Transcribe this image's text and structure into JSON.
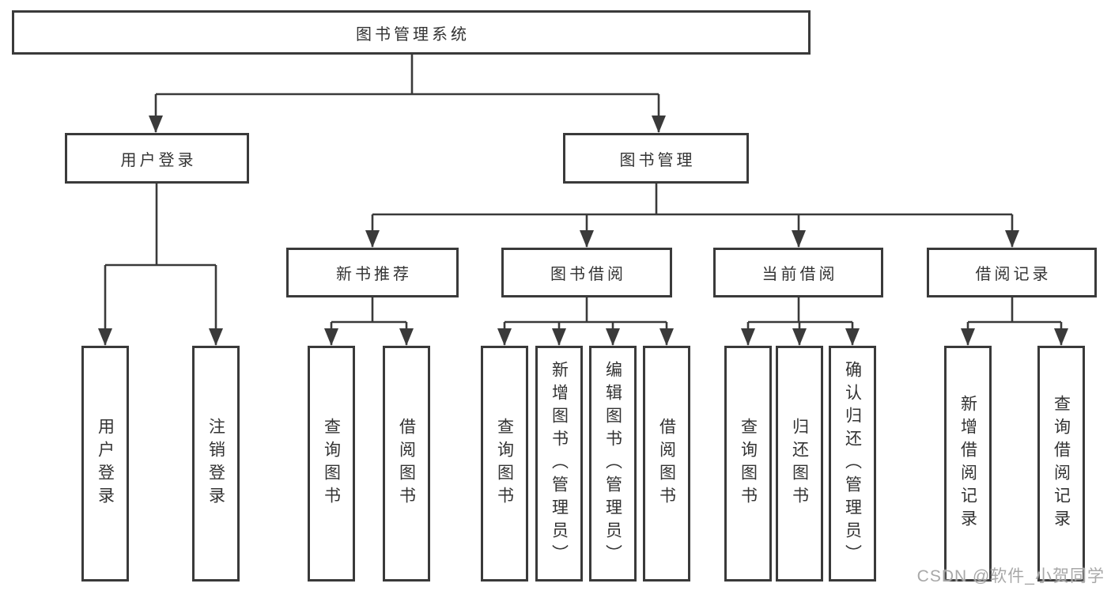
{
  "diagram": {
    "colors": {
      "line": "#3a3a3a",
      "text": "#333333",
      "background": "#ffffff",
      "watermark": "#a8a8a8"
    },
    "root": {
      "label": "图书管理系统"
    },
    "level2": [
      {
        "label": "用户登录"
      },
      {
        "label": "图书管理"
      }
    ],
    "level3": [
      {
        "label": "新书推荐",
        "parent": "图书管理"
      },
      {
        "label": "图书借阅",
        "parent": "图书管理"
      },
      {
        "label": "当前借阅",
        "parent": "图书管理"
      },
      {
        "label": "借阅记录",
        "parent": "图书管理"
      }
    ],
    "leaves": [
      {
        "label": "用户登录",
        "parent": "用户登录"
      },
      {
        "label": "注销登录",
        "parent": "用户登录"
      },
      {
        "label": "查询图书",
        "parent": "新书推荐"
      },
      {
        "label": "借阅图书",
        "parent": "新书推荐"
      },
      {
        "label": "查询图书",
        "parent": "图书借阅"
      },
      {
        "label": "新增图书（管理员）",
        "parent": "图书借阅"
      },
      {
        "label": "编辑图书（管理员）",
        "parent": "图书借阅"
      },
      {
        "label": "借阅图书",
        "parent": "图书借阅"
      },
      {
        "label": "查询图书",
        "parent": "当前借阅"
      },
      {
        "label": "归还图书",
        "parent": "当前借阅"
      },
      {
        "label": "确认归还（管理员）",
        "parent": "当前借阅"
      },
      {
        "label": "新增借阅记录",
        "parent": "借阅记录"
      },
      {
        "label": "查询借阅记录",
        "parent": "借阅记录"
      }
    ]
  },
  "watermark": {
    "text": "CSDN @软件_小贺同学"
  }
}
